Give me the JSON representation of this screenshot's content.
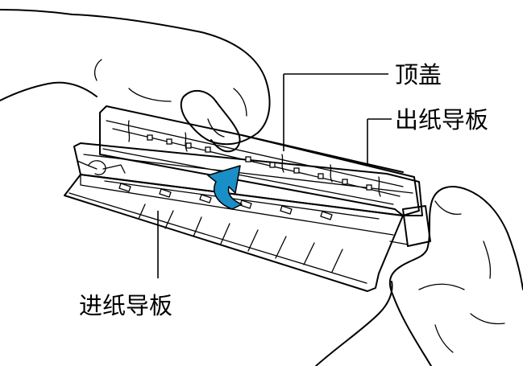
{
  "labels": {
    "top_cover": "顶盖",
    "output_guide": "出纸导板",
    "input_guide": "进纸导板"
  },
  "colors": {
    "arrow": "#1a8fc7",
    "line": "#000000",
    "background": "#ffffff"
  },
  "icons": {
    "arrow": "curved-up-arrow-icon"
  }
}
